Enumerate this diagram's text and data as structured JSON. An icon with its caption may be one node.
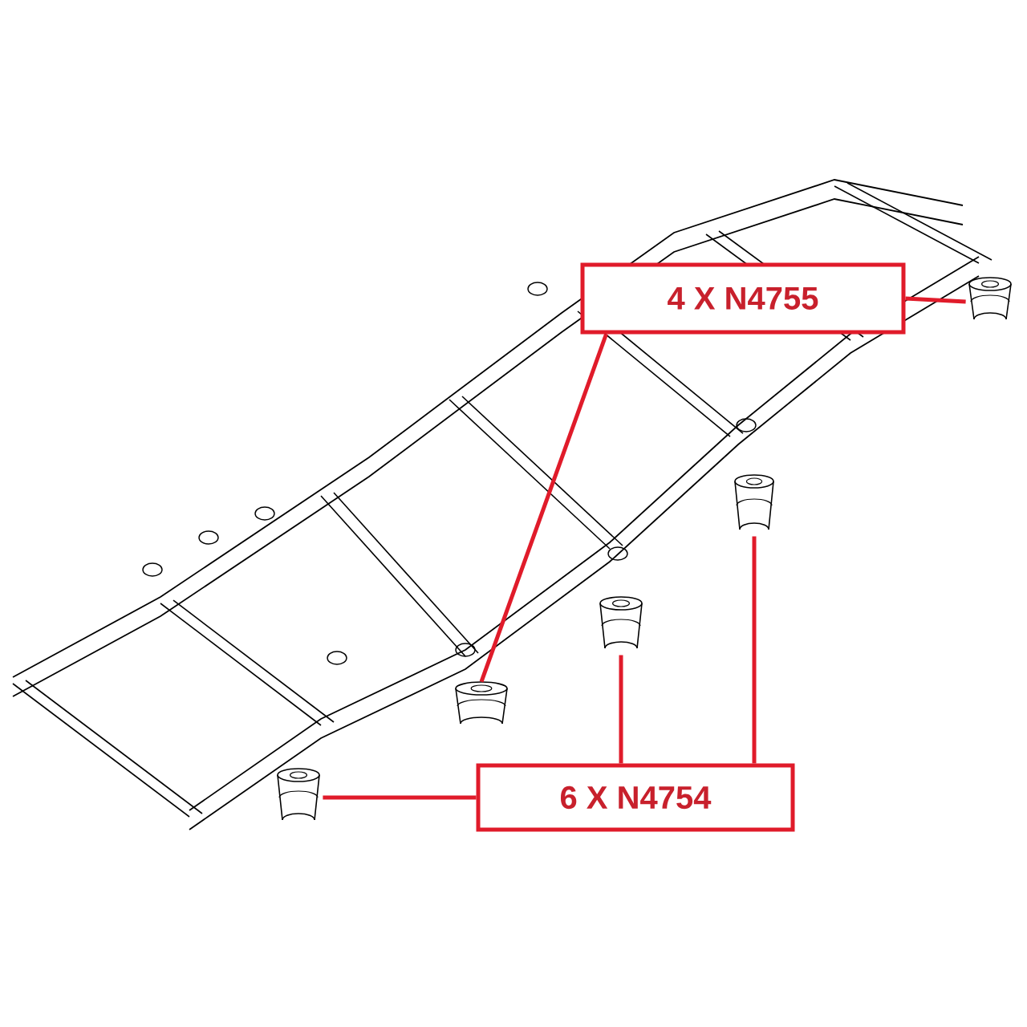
{
  "diagram": {
    "nodes": [
      {
        "text": [
          "4 X N4755"
        ]
      },
      {
        "text": [
          "6 X N4754"
        ]
      },
      {
        "text": [],
        "shape": "picture"
      },
      {
        "text": [],
        "shape": "picture"
      },
      {
        "text": [],
        "shape": "picture"
      },
      {
        "text": [],
        "shape": "picture"
      },
      {
        "text": [],
        "shape": "picture"
      }
    ],
    "edges": [
      {
        "from": 0,
        "to": 2,
        "arrow": "none"
      },
      {
        "from": 0,
        "to": 3,
        "arrow": "none"
      },
      {
        "from": 1,
        "to": 6,
        "arrow": "none"
      },
      {
        "from": 1,
        "to": 4,
        "arrow": "none"
      },
      {
        "from": 1,
        "to": 5,
        "arrow": "none"
      }
    ]
  }
}
